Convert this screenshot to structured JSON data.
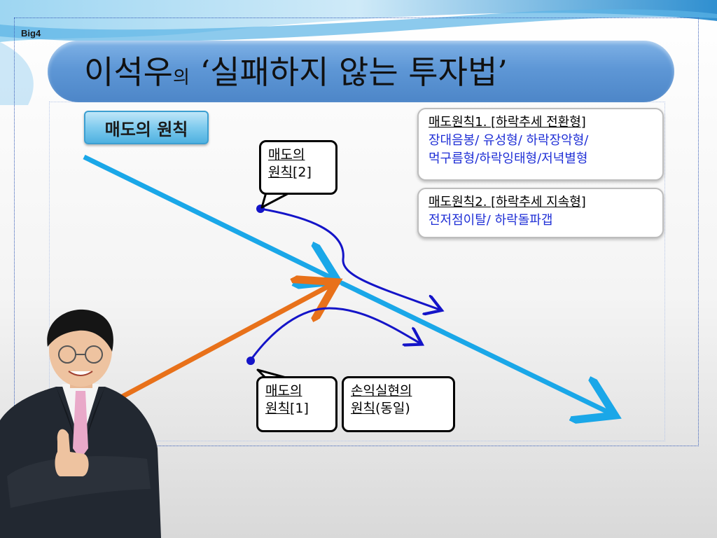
{
  "brand": "Big4",
  "title": {
    "name": "이석우",
    "particle": "의",
    "phrase": "‘실패하지 않는 투자법’"
  },
  "principle_tag": "매도의 원칙",
  "bubbles": {
    "sell2_line1": "매도의",
    "sell2_line2": "원칙",
    "sell2_suffix": "[2]",
    "sell1_line1": "매도의",
    "sell1_line2": "원칙",
    "sell1_suffix": "[1]",
    "pl_line1": "손익실현의",
    "pl_line2": "원칙",
    "pl_suffix": "(동일)"
  },
  "info": {
    "box1_head": "매도원칙1. [하락추세 전환형]",
    "box1_line1": "장대음봉/ 유성형/ 하락장악형/",
    "box1_line2": "먹구름형/하락잉태형/저녁별형",
    "box2_head": "매도원칙2. [하락추세 지속형]",
    "box2_line1": "전저점이탈/ 하락돌파갭"
  },
  "colors": {
    "light_blue_arrow": "#1aa7e8",
    "orange_arrow": "#e8711a",
    "dark_blue_arrow": "#1414c8"
  }
}
